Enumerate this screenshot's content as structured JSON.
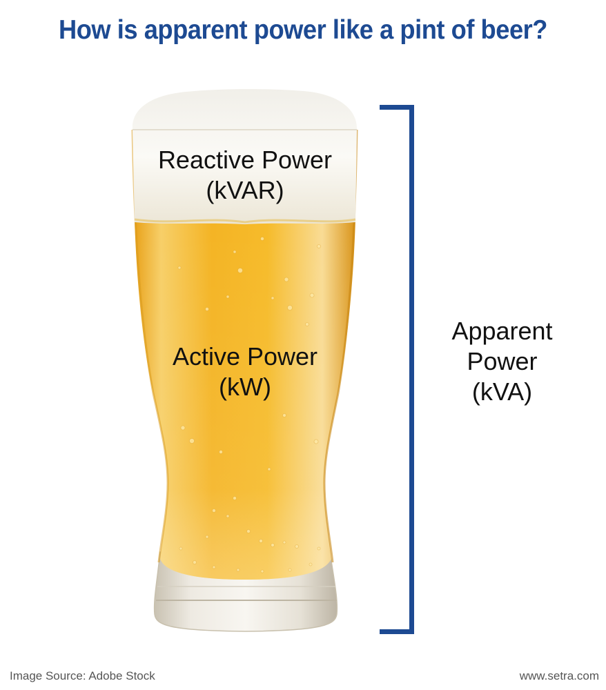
{
  "title": "How is apparent power like a pint of beer?",
  "glass": {
    "foam_label": {
      "line1": "Reactive Power",
      "line2": "(kVAR)"
    },
    "beer_label": {
      "line1": "Active Power",
      "line2": "(kW)"
    }
  },
  "bracket": {
    "label": {
      "line1": "Apparent",
      "line2": "Power",
      "line3": "(kVA)"
    },
    "color": "#1d4a92"
  },
  "footer": {
    "source": "Image Source: Adobe Stock",
    "website": "www.setra.com"
  },
  "colors": {
    "title": "#1d4a92",
    "beer": "#f2b01e",
    "foam": "#f7f5ee",
    "text": "#111111"
  }
}
